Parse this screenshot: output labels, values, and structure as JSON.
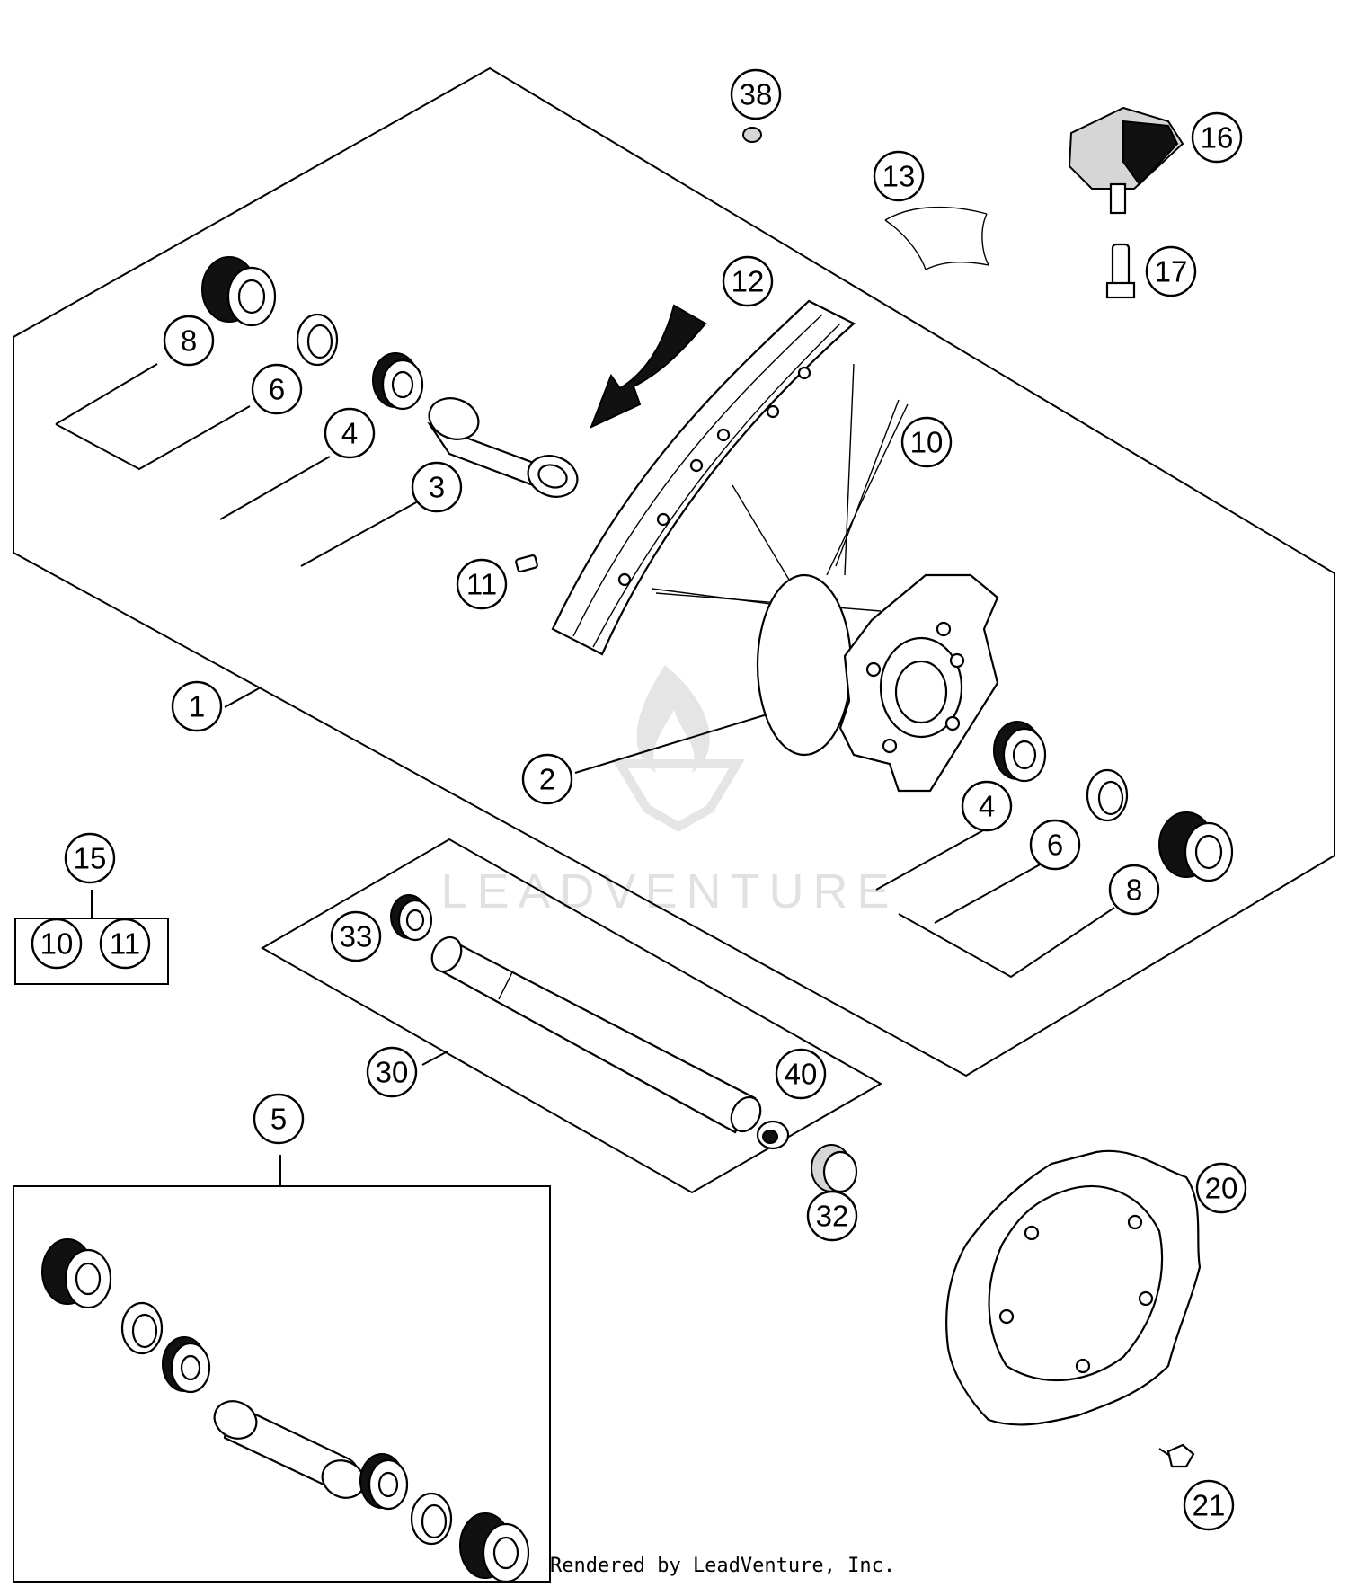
{
  "callouts": [
    {
      "id": "c38",
      "label": "38"
    },
    {
      "id": "c16",
      "label": "16"
    },
    {
      "id": "c13",
      "label": "13"
    },
    {
      "id": "c17",
      "label": "17"
    },
    {
      "id": "c12",
      "label": "12"
    },
    {
      "id": "c8a",
      "label": "8"
    },
    {
      "id": "c6a",
      "label": "6"
    },
    {
      "id": "c4a",
      "label": "4"
    },
    {
      "id": "c3",
      "label": "3"
    },
    {
      "id": "c10a",
      "label": "10"
    },
    {
      "id": "c11a",
      "label": "11"
    },
    {
      "id": "c1",
      "label": "1"
    },
    {
      "id": "c2",
      "label": "2"
    },
    {
      "id": "c4b",
      "label": "4"
    },
    {
      "id": "c6b",
      "label": "6"
    },
    {
      "id": "c8b",
      "label": "8"
    },
    {
      "id": "c15",
      "label": "15"
    },
    {
      "id": "c10b",
      "label": "10"
    },
    {
      "id": "c11b",
      "label": "11"
    },
    {
      "id": "c33",
      "label": "33"
    },
    {
      "id": "c30",
      "label": "30"
    },
    {
      "id": "c40",
      "label": "40"
    },
    {
      "id": "c32",
      "label": "32"
    },
    {
      "id": "c5",
      "label": "5"
    },
    {
      "id": "c20",
      "label": "20"
    },
    {
      "id": "c21",
      "label": "21"
    }
  ],
  "watermark": "LEADVENTURE",
  "footer": "Rendered by LeadVenture, Inc."
}
